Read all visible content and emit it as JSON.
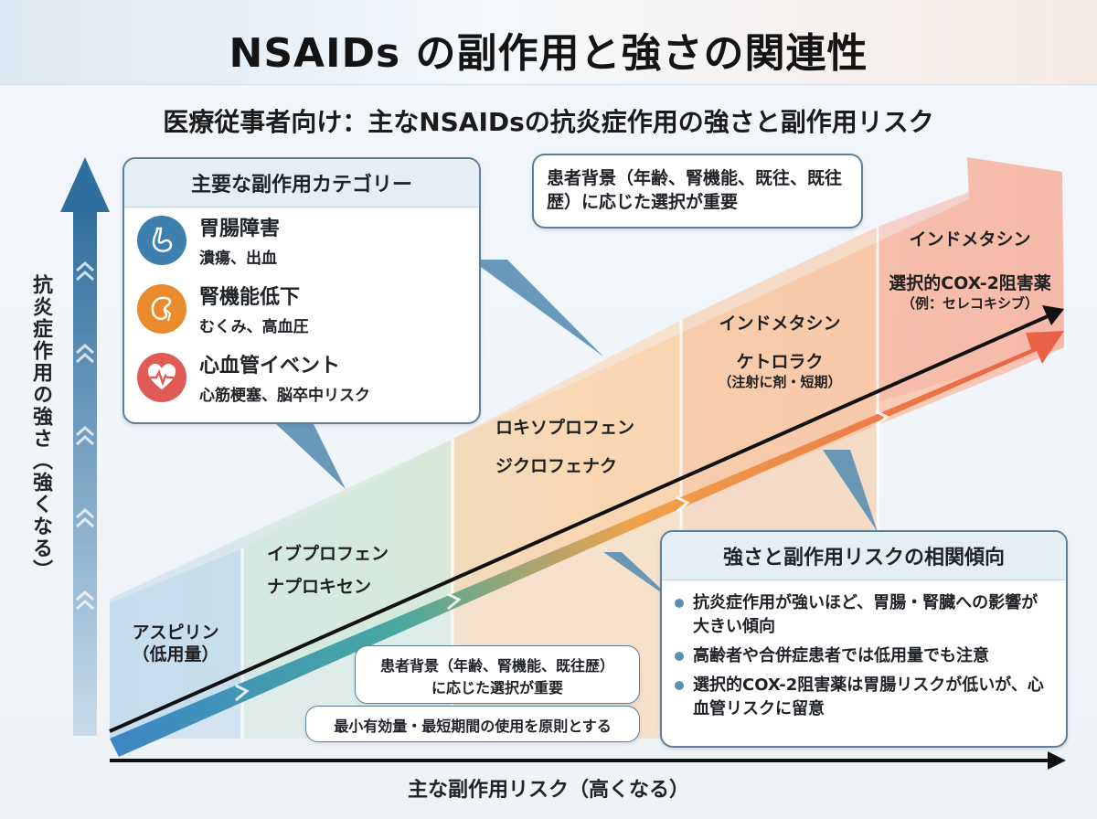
{
  "title": "NSAIDs の副作用と強さの関連性",
  "subtitle": "医療従事者向け：主なNSAIDsの抗炎症作用の強さと副作用リスク",
  "y_axis_label": "抗炎症作用の強さ（強くなる）",
  "x_axis_label": "主な副作用リスク（高くなる）",
  "side_effects": {
    "heading": "主要な副作用カテゴリー",
    "items": [
      {
        "title": "胃腸障害",
        "detail": "潰瘍、出血",
        "icon": "stomach-icon",
        "color": "#3d7fae"
      },
      {
        "title": "腎機能低下",
        "detail": "むくみ、高血圧",
        "icon": "kidney-icon",
        "color": "#e98b2b"
      },
      {
        "title": "心血管イベント",
        "detail": "心筋梗塞、脳卒中リスク",
        "icon": "heart-icon",
        "color": "#e05b55"
      }
    ]
  },
  "tiers": [
    {
      "drugs": [
        "アスピリン",
        "（低用量）"
      ]
    },
    {
      "drugs": [
        "イブプロフェン",
        "ナプロキセン"
      ]
    },
    {
      "drugs": [
        "ロキソプロフェン",
        "ジクロフェナク"
      ]
    },
    {
      "drugs": [
        "インドメタシン",
        "ケトロラク"
      ],
      "note": "（注射に剤・短期）"
    },
    {
      "drugs": [
        "インドメタシン",
        "選択的COX-2阻害薬"
      ],
      "note": "（例：セレコキシブ）"
    }
  ],
  "top_note": "患者背景（年齢、腎機能、既往、既往歴）に応じた選択が重要",
  "bottom_notes": {
    "line1": "患者背景（年齢、腎機能、既往歴）",
    "line2": "に応じた選択が重要",
    "line3": "最小有効量・最短期間の使用を原則とする"
  },
  "correlation": {
    "heading": "強さと副作用リスクの相関傾向",
    "items": [
      "抗炎症作用が強いほど、胃腸・腎臓への影響が大きい傾向",
      "高齢者や合併症患者では低用量でも注意",
      "選択的COX-2阻害薬は胃腸リスクが低いが、心血管リスクに留意"
    ]
  },
  "colors": {
    "blue": "#3b7fb0",
    "orange": "#ef8a3a",
    "red": "#e4604a",
    "accent": "#5a8fb3"
  }
}
